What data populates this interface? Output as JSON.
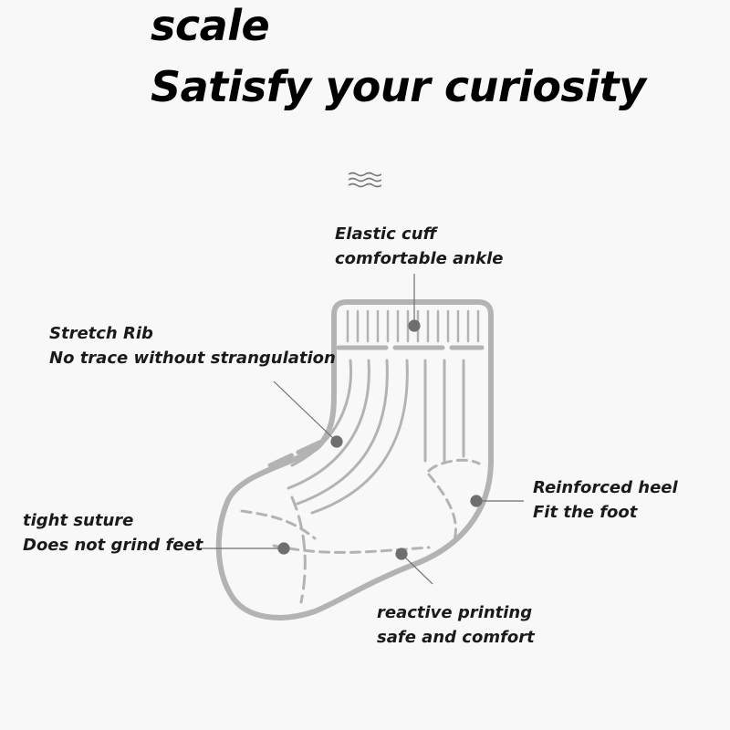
{
  "headline": {
    "line1": "scale",
    "line2": "Satisfy your curiosity"
  },
  "icons": {
    "wave": "wave-icon"
  },
  "colors": {
    "background": "#f8f8f8",
    "sock_outline": "#b3b3b3",
    "pointer": "#6e6e6e",
    "text": "#1a1a1a"
  },
  "callouts": {
    "elastic_cuff": {
      "line1": "Elastic cuff",
      "line2": "comfortable ankle"
    },
    "stretch_rib": {
      "line1": "Stretch Rib",
      "line2": "No trace without strangulation"
    },
    "reinforced_heel": {
      "line1": "Reinforced heel",
      "line2": "Fit the foot"
    },
    "tight_suture": {
      "line1": "tight suture",
      "line2": "Does not grind feet"
    },
    "reactive_printing": {
      "line1": "reactive printing",
      "line2": "safe and comfort"
    }
  }
}
